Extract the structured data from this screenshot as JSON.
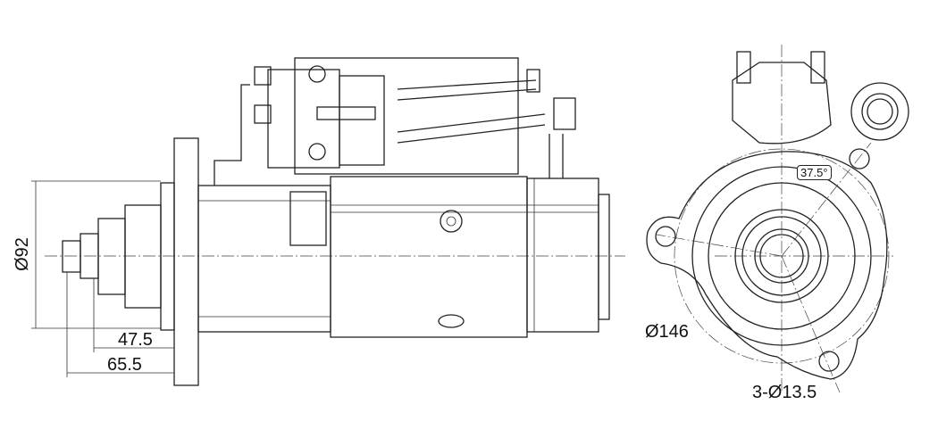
{
  "title": "Starter motor dimension drawing",
  "dimensions": {
    "body_diameter": "Ø92",
    "pilot_length": "47.5",
    "nose_length": "65.5",
    "bolt_angle": "37.5°",
    "bolt_circle": "Ø146",
    "mount_holes": "3-Ø13.5"
  }
}
